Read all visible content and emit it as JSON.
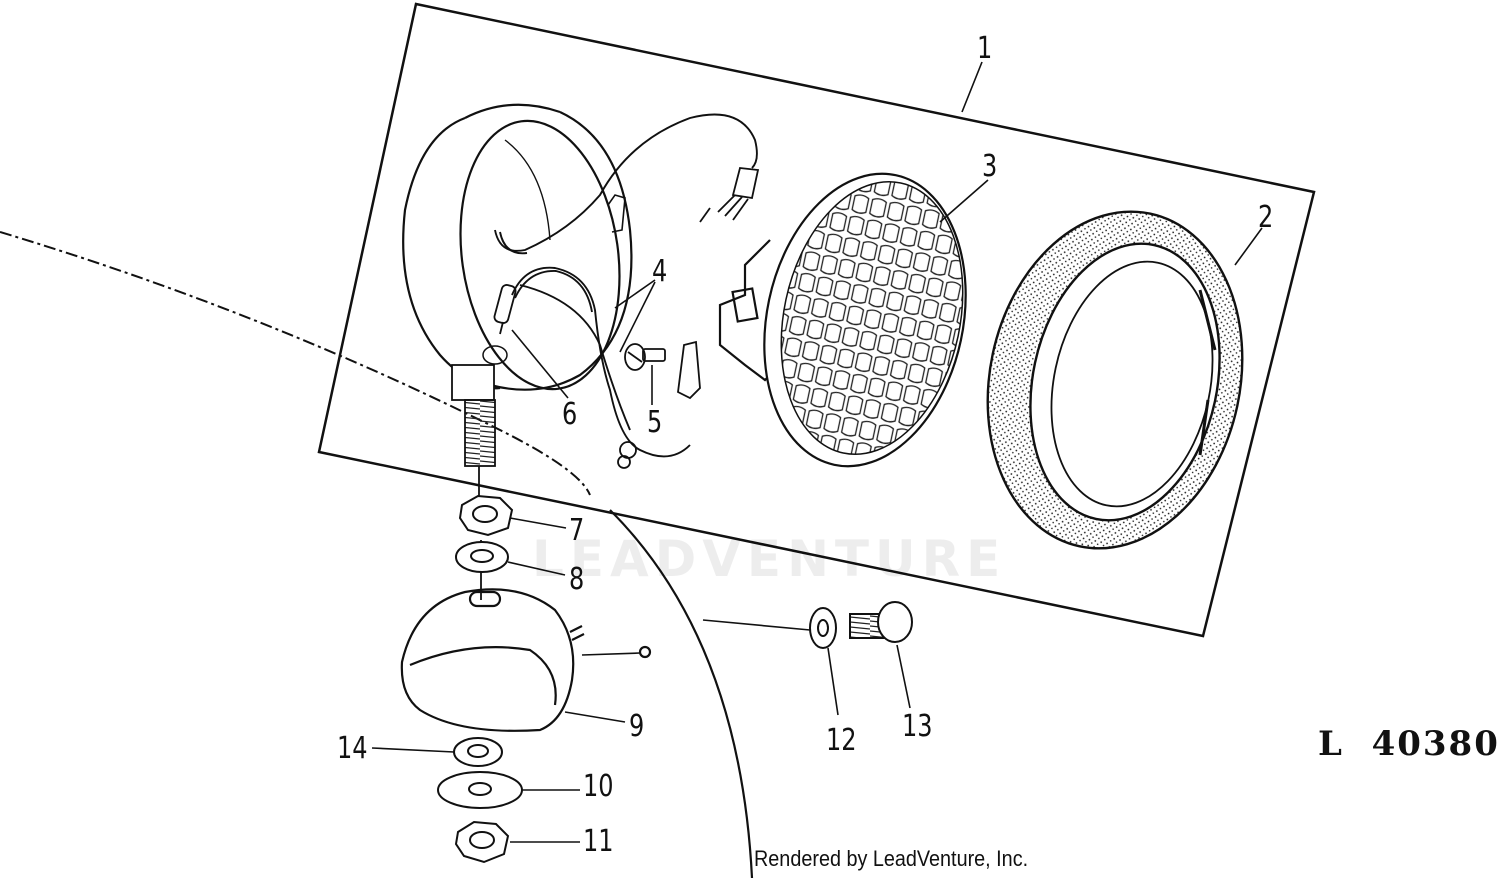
{
  "callouts": {
    "c1": "1",
    "c2": "2",
    "c3": "3",
    "c4": "4",
    "c5": "5",
    "c6": "6",
    "c7": "7",
    "c8": "8",
    "c9": "9",
    "c10": "10",
    "c11": "11",
    "c12": "12",
    "c13": "13",
    "c14": "14"
  },
  "figure_code": "L  40380",
  "footer": "Rendered by LeadVenture, Inc.",
  "watermark": "LEADVENTURE"
}
